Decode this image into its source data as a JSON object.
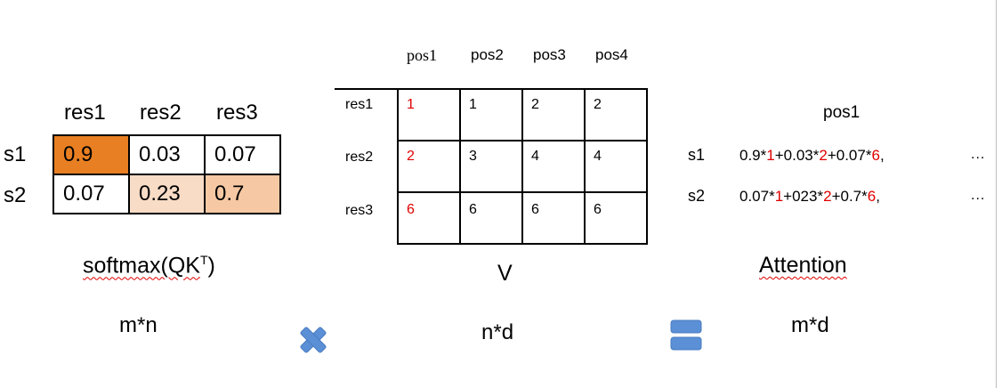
{
  "softmax_matrix": {
    "columns": [
      "res1",
      "res2",
      "res3"
    ],
    "rows": [
      {
        "label": "s1",
        "values": [
          "0.9",
          "0.03",
          "0.07"
        ]
      },
      {
        "label": "s2",
        "values": [
          "0.07",
          "0.23",
          "0.7"
        ]
      }
    ],
    "caption": "softmax(QK",
    "caption_sup": "T",
    "caption_close": ")",
    "dims": "m*n"
  },
  "v_matrix": {
    "columns": [
      "pos1",
      "pos2",
      "pos3",
      "pos4"
    ],
    "rows": [
      {
        "label": "res1",
        "values": [
          "1",
          "1",
          "2",
          "2"
        ]
      },
      {
        "label": "res2",
        "values": [
          "2",
          "3",
          "4",
          "4"
        ]
      },
      {
        "label": "res3",
        "values": [
          "6",
          "6",
          "6",
          "6"
        ]
      }
    ],
    "caption": "V",
    "dims": "n*d"
  },
  "attention": {
    "column": "pos1",
    "rows": [
      {
        "label": "s1",
        "parts": [
          "0.9*",
          "1",
          "+0.03*",
          "2",
          "+0.07*",
          "6",
          ","
        ],
        "more": "..."
      },
      {
        "label": "s2",
        "parts": [
          "0.07*",
          "1",
          "+023*",
          "2",
          "+0.7*",
          "6",
          ","
        ],
        "more": "..."
      }
    ],
    "caption": "Attention",
    "dims": "m*d"
  },
  "icons": {
    "multiply": "multiply-icon",
    "equals": "equals-icon"
  },
  "colors": {
    "highlight_dark": "#e87f22",
    "highlight_light": "#f8dcc6",
    "highlight_mid": "#f6c9a4",
    "red": "#e00000",
    "icon_blue": "#5b8fd6"
  }
}
